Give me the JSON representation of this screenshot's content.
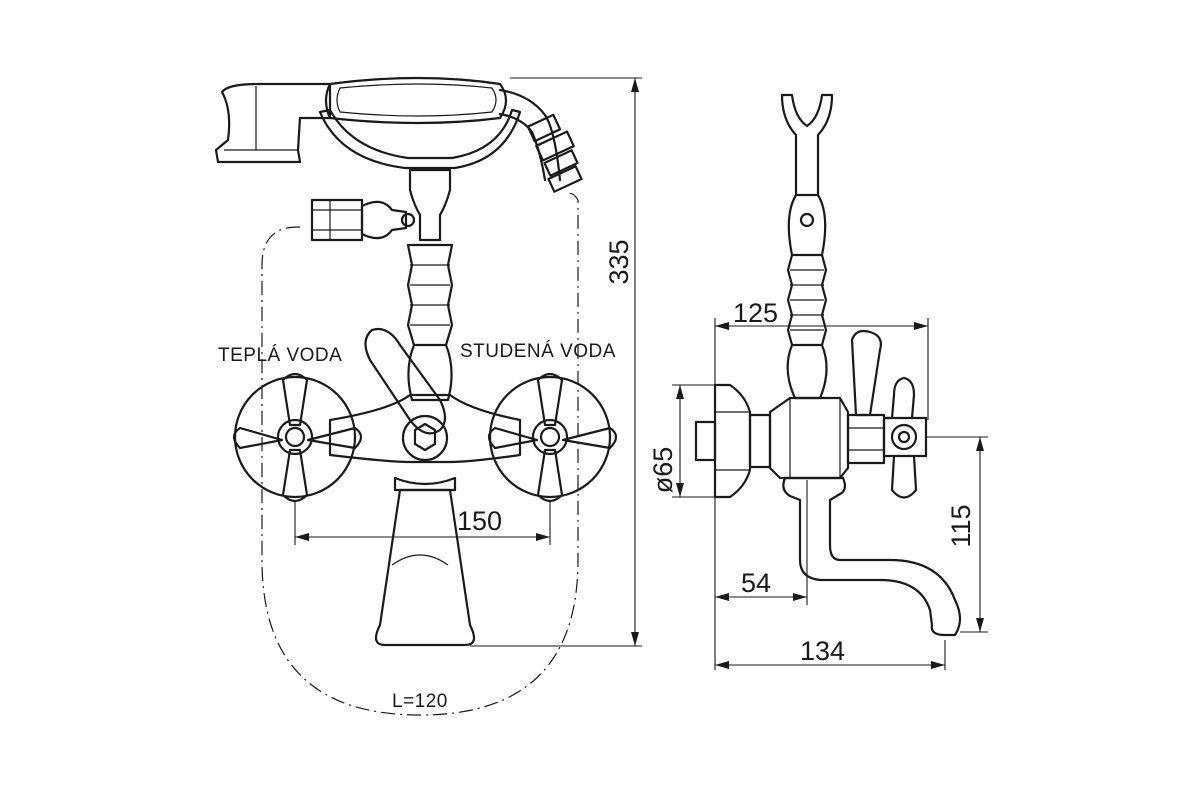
{
  "labels": {
    "hot_water": "TEPLÁ VODA",
    "cold_water": "STUDENÁ VODA",
    "hose_length": "L=120"
  },
  "dimensions": {
    "height": "335",
    "handle_spacing": "150",
    "wall_to_handle": "125",
    "flange_diameter": "ø65",
    "spout_height": "115",
    "wall_to_spout_body": "54",
    "wall_to_spout_tip": "134"
  }
}
